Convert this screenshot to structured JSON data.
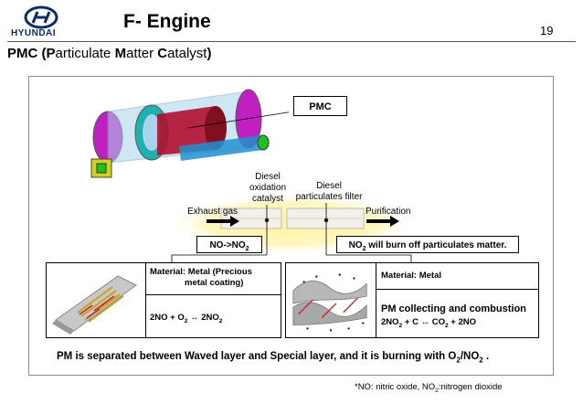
{
  "header": {
    "brand": "HYUNDAI",
    "title": "F- Engine",
    "page_number": "19"
  },
  "subtitle": {
    "p1": "PMC (",
    "b1": "P",
    "p2": "articulate ",
    "b2": "M",
    "p3": "atter ",
    "b3": "C",
    "p4": "atalyst",
    "p5": ")"
  },
  "diagram": {
    "pmc_label": "PMC",
    "doc_line1": "Diesel",
    "doc_line2": "oxidation",
    "doc_line3": "catalyst",
    "dpf_line1": "Diesel",
    "dpf_line2": "particulates filter",
    "exhaust_label": "Exhaust gas",
    "purification_label": "Purification",
    "no_reaction": {
      "a": "NO->NO",
      "sub": "2"
    },
    "no2_note": {
      "a": "NO",
      "sub": "2",
      "b": " will burn off particulates matter."
    }
  },
  "left_panel": {
    "material_line1": "Material: Metal (Precious",
    "material_line2": "metal  coating)",
    "equation": {
      "a": "2NO + O",
      "s1": "2",
      "b": "  ↔  2NO",
      "s2": "2"
    }
  },
  "right_panel": {
    "material": "Material: Metal",
    "heading": "PM collecting and combustion",
    "equation": {
      "a": "2NO",
      "s1": "2",
      "b": " + C  ↔  CO",
      "s2": "2",
      "c": " + 2NO"
    }
  },
  "summary": {
    "a": "PM is separated between Waved layer and Special layer, and it is burning with O",
    "s1": "2",
    "b": "/NO",
    "s2": "2",
    "c": " ."
  },
  "footnote": {
    "a": "*NO: nitric oxide, NO",
    "s1": "2",
    "b": ":nitrogen dioxide"
  },
  "colors": {
    "brand": "#0a2a6b",
    "housing": "#a8d4ec",
    "end_cap": "#c020c0",
    "catalyst": "#b01030",
    "pipe": "#20c020",
    "glow": "#fff3a0"
  }
}
